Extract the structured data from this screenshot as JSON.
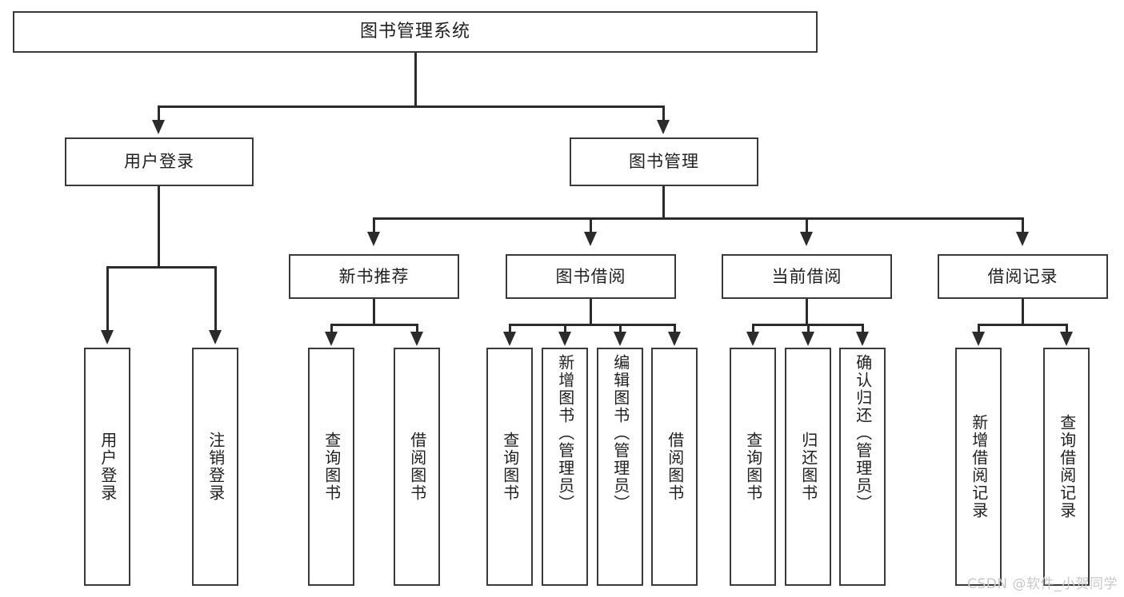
{
  "diagram": {
    "title": "图书管理系统",
    "type": "tree-hierarchy-chart",
    "root": {
      "label": "图书管理系统"
    },
    "level2": [
      {
        "label": "用户登录"
      },
      {
        "label": "图书管理"
      }
    ],
    "level3": [
      {
        "label": "新书推荐"
      },
      {
        "label": "图书借阅"
      },
      {
        "label": "当前借阅"
      },
      {
        "label": "借阅记录"
      }
    ],
    "leaves": [
      {
        "label": "用户登录",
        "parent": "用户登录"
      },
      {
        "label": "注销登录",
        "parent": "用户登录"
      },
      {
        "label": "查询图书",
        "parent": "新书推荐"
      },
      {
        "label": "借阅图书",
        "parent": "新书推荐"
      },
      {
        "label": "查询图书",
        "parent": "图书借阅"
      },
      {
        "label": "新增图书（管理员）",
        "parent": "图书借阅"
      },
      {
        "label": "编辑图书（管理员）",
        "parent": "图书借阅"
      },
      {
        "label": "借阅图书",
        "parent": "图书借阅"
      },
      {
        "label": "查询图书",
        "parent": "当前借阅"
      },
      {
        "label": "归还图书",
        "parent": "当前借阅"
      },
      {
        "label": "确认归还（管理员）",
        "parent": "当前借阅"
      },
      {
        "label": "新增借阅记录",
        "parent": "借阅记录"
      },
      {
        "label": "查询借阅记录",
        "parent": "借阅记录"
      }
    ]
  },
  "watermark": {
    "text": "CSDN @软件_小贺同学"
  },
  "colors": {
    "box_border": "#3a3a3a",
    "connector": "#2b2b2b",
    "background": "#ffffff",
    "text": "#1f1f1f",
    "watermark": "#c8c8c8"
  }
}
